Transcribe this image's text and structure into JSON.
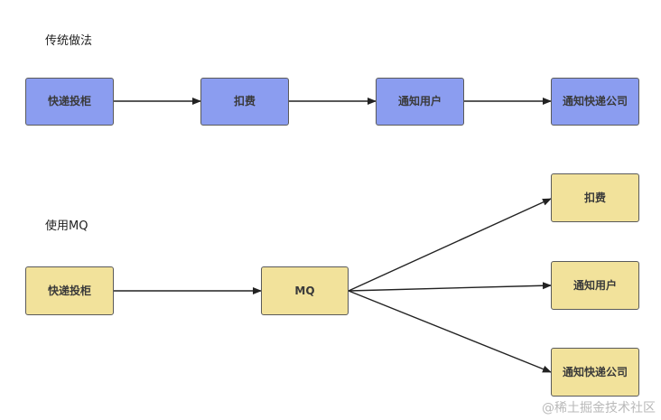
{
  "sections": {
    "traditional": {
      "label": "传统做法",
      "nodes": [
        "快递投柜",
        "扣费",
        "通知用户",
        "通知快递公司"
      ]
    },
    "mq": {
      "label": "使用MQ",
      "source": "快递投柜",
      "hub": "MQ",
      "targets": [
        "扣费",
        "通知用户",
        "通知快递公司"
      ]
    }
  },
  "colors": {
    "blue_fill": "#8b9df0",
    "yellow_fill": "#f2e29b",
    "border": "#5a5a5a",
    "arrow": "#222222"
  },
  "watermark": "@稀土掘金技术社区"
}
